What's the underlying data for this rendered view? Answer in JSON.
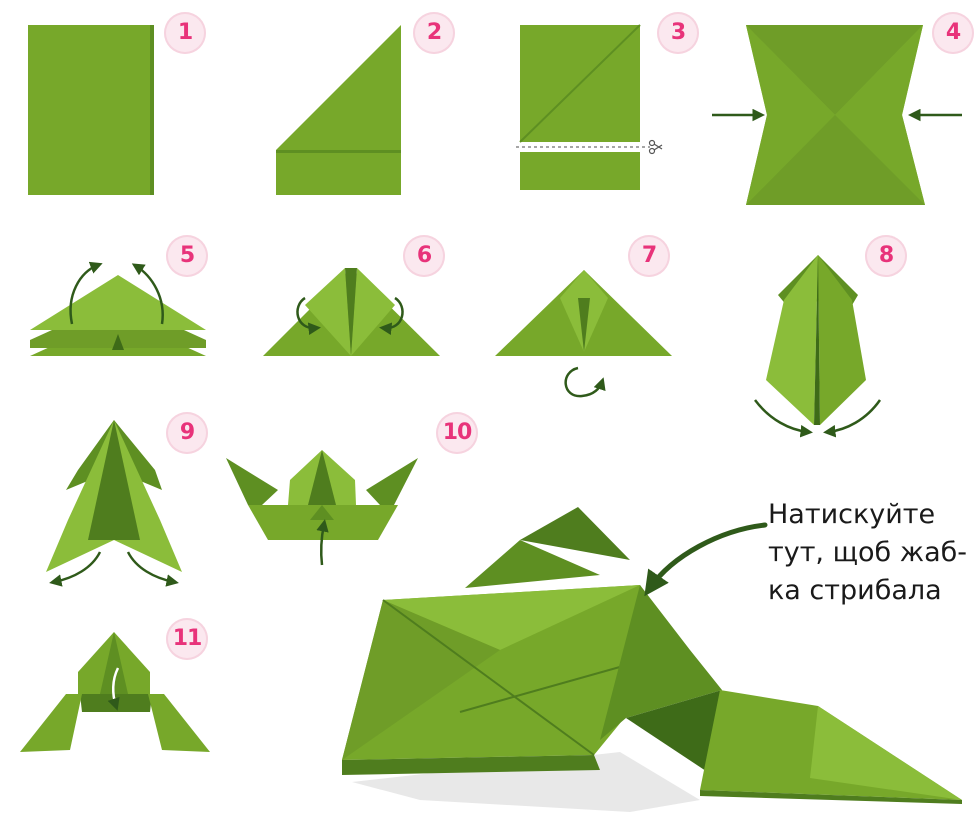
{
  "steps": [
    "1",
    "2",
    "3",
    "4",
    "5",
    "6",
    "7",
    "8",
    "9",
    "10",
    "11"
  ],
  "caption": {
    "line1": "Натискуйте",
    "line2": "тут, щоб жаб-",
    "line3": "ка стрибала"
  },
  "colors": {
    "paper_light": "#8bbd3a",
    "paper_main": "#77a82a",
    "paper_dark": "#4f7d1e",
    "arrow": "#2f5a1a",
    "badge_bg": "#fbe8ef",
    "badge_text": "#e8337a"
  }
}
